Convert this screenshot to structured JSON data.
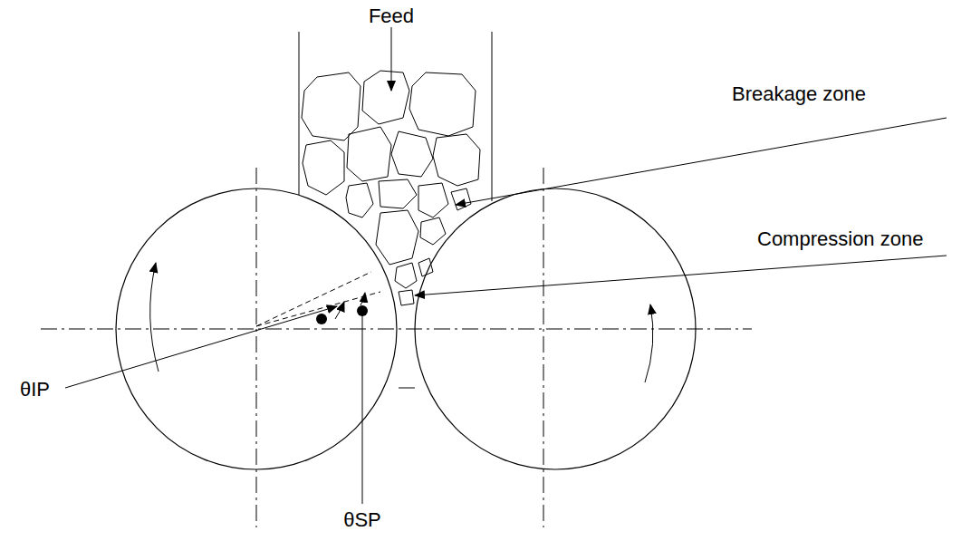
{
  "diagram": {
    "labels": [
      "Feed",
      "Breakage zone",
      "Compression zone",
      "θIP",
      "θSP"
    ]
  }
}
